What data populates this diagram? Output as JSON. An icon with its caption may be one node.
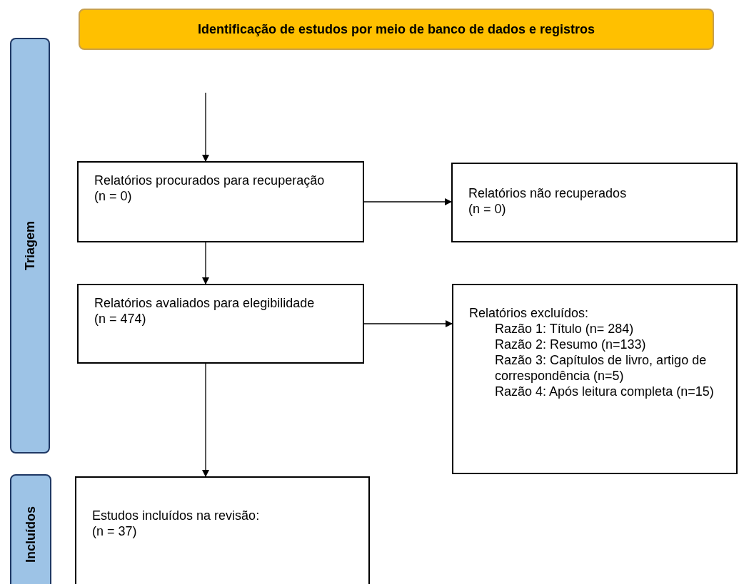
{
  "diagram": {
    "nodes": [
      {
        "text": [
          "Identificação de estudos por meio de banco de dados e registros"
        ]
      },
      {
        "text": [
          "Triagem"
        ]
      },
      {
        "text": [
          "Relatórios procurados para recuperação",
          "(n = 0)"
        ]
      },
      {
        "text": [
          "Relatórios não recuperados",
          "(n = 0)"
        ]
      },
      {
        "text": [
          "Relatórios avaliados para elegibilidade",
          "(n = 474)"
        ]
      },
      {
        "text": [
          "Relatórios excluídos:",
          "Razão 1: Título (n= 284)",
          "Razão 2: Resumo (n=133)",
          "Razão 3: Capítulos de livro, artigo de correspondência (n=5)",
          "Razão 4: Após leitura completa (n=15)"
        ]
      },
      {
        "text": [
          "Incluídos"
        ]
      },
      {
        "text": [
          "Estudos incluídos na revisão:",
          "(n = 37)"
        ]
      }
    ],
    "edges": [
      {
        "from": null,
        "to": 2,
        "arrow": "to"
      },
      {
        "from": 2,
        "to": 3,
        "arrow": "to"
      },
      {
        "from": 2,
        "to": 4,
        "arrow": "to"
      },
      {
        "from": 4,
        "to": 5,
        "arrow": "to"
      },
      {
        "from": 4,
        "to": 7,
        "arrow": "to"
      }
    ]
  }
}
